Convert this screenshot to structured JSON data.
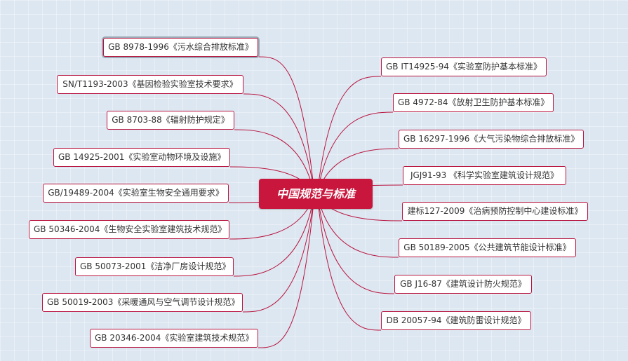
{
  "center": {
    "label": "中国规范与标准"
  },
  "left": [
    "GB 8978-1996《污水综合排放标准》",
    "SN/T1193-2003《基因检验实验室技术要求》",
    "GB 8703-88《辐射防护规定》",
    "GB 14925-2001《实验室动物环境及设施》",
    "GB/19489-2004《实验室生物安全通用要求》",
    "GB 50346-2004《生物安全实验室建筑技术规范》",
    "GB 50073-2001《洁净厂房设计规范》",
    "GB 50019-2003《采暖通风与空气调节设计规范》",
    "GB 20346-2004《实验室建筑技术规范》"
  ],
  "right": [
    "GB IT14925-94《实验室防护基本标准》",
    "GB 4972-84《放射卫生防护基本标准》",
    "GB 16297-1996《大气污染物综合排放标准》",
    "JGJ91-93 《科学实验室建筑设计规范》",
    "建标127-2009《治病预防控制中心建设标准》",
    "GB 50189-2005《公共建筑节能设计标准》",
    "GB J16-87《建筑设计防火规范》",
    "DB 20057-94《建筑防雷设计规范》"
  ],
  "colors": {
    "accent": "#c8163c",
    "line": "#b8143f"
  }
}
